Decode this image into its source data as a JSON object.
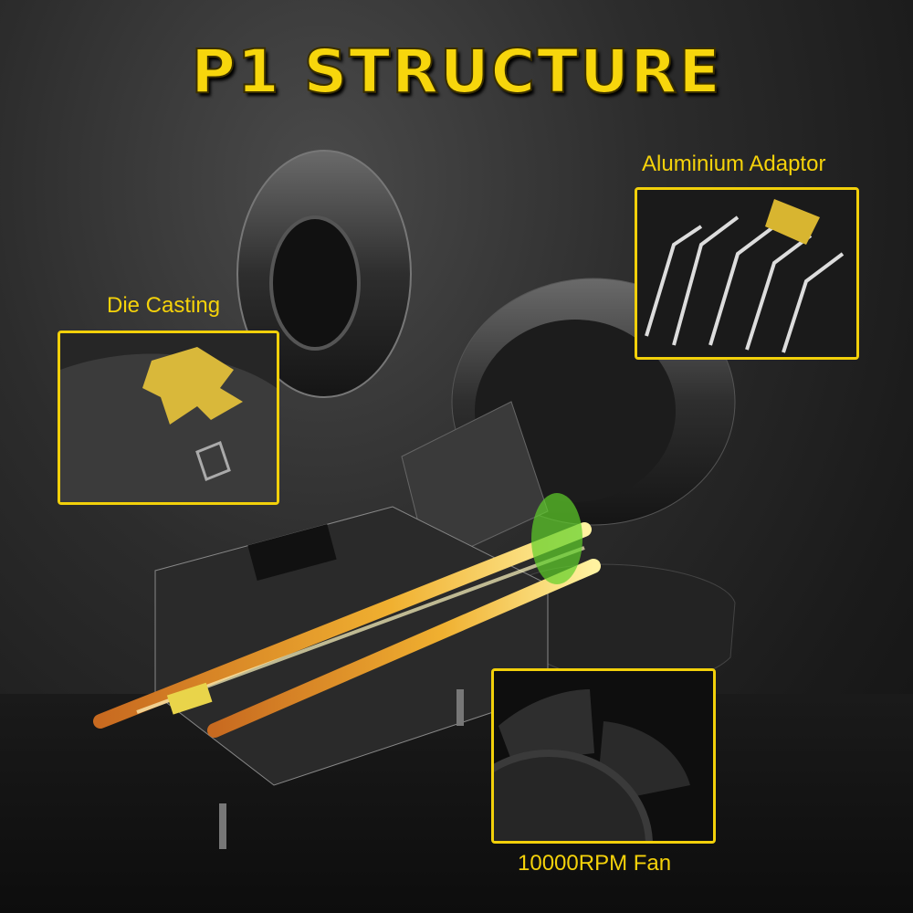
{
  "title": "P1 STRUCTURE",
  "callouts": {
    "adaptor": "Aluminium Adaptor",
    "die_casting": "Die Casting",
    "fan": "10000RPM Fan"
  },
  "colors": {
    "accent": "#f5d20a",
    "background": "#1e1e1e"
  }
}
